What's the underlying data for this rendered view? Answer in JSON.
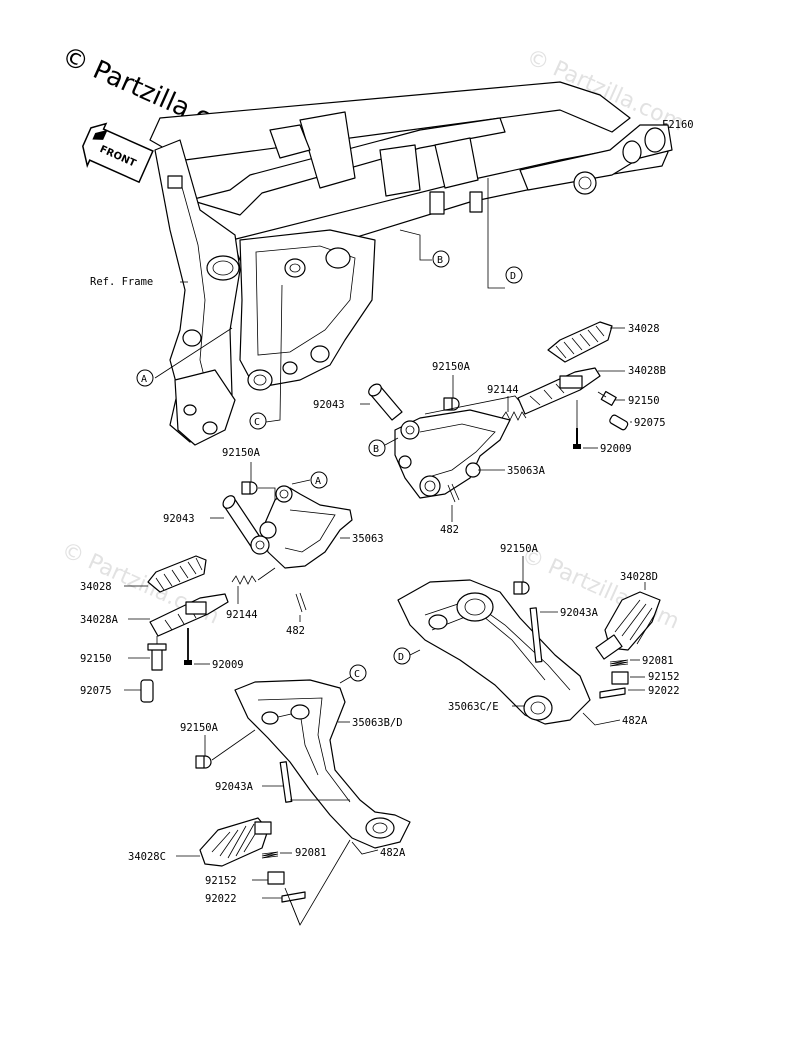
{
  "watermark": {
    "main": "© Partzilla.com",
    "faint": "© Partzilla.com"
  },
  "diagram_code": "F2160",
  "front_tag": "FRONT",
  "labels": {
    "ref_frame": "Ref. Frame",
    "l34028_top": "34028",
    "l92150A_top": "92150A",
    "l34028B": "34028B",
    "l92144_top": "92144",
    "l92150_top": "92150",
    "l92043_top": "92043",
    "l92075_top": "92075",
    "l92009_top": "92009",
    "l35063A": "35063A",
    "l482_top": "482",
    "l92150A_mid": "92150A",
    "l92043_mid": "92043",
    "l35063": "35063",
    "l34028_mid": "34028",
    "l92144_mid": "92144",
    "l34028A": "34028A",
    "l482_mid": "482",
    "l92150_mid": "92150",
    "l92009_mid": "92009",
    "l92075_mid": "92075",
    "l92150A_right": "92150A",
    "l34028D": "34028D",
    "l92043A_right": "92043A",
    "l92081_right": "92081",
    "l92152_right": "92152",
    "l92022_right": "92022",
    "l35063CE": "35063C/E",
    "l482A_right": "482A",
    "l92150A_bottom": "92150A",
    "l35063BD": "35063B/D",
    "l92043A_bottom": "92043A",
    "l34028C": "34028C",
    "l92081_bottom": "92081",
    "l482A_bottom": "482A",
    "l92152_bottom": "92152",
    "l92022_bottom": "92022"
  },
  "callouts": {
    "a": "A",
    "b": "B",
    "c": "C",
    "d": "D"
  }
}
